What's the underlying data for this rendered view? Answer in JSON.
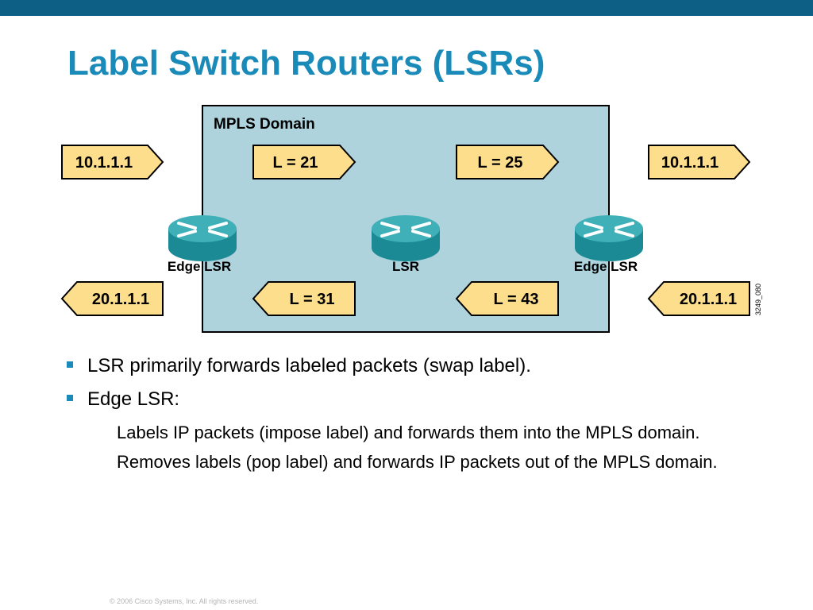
{
  "slide": {
    "title": "Label Switch Routers (LSRs)",
    "footer": "© 2006 Cisco Systems, Inc. All rights reserved."
  },
  "diagram": {
    "domain_label": "MPLS Domain",
    "figure_id": "3249_080",
    "colors": {
      "domain_fill": "#aed3dd",
      "packet_fill": "#fdde8c",
      "router_body": "#1b8a94",
      "router_top": "#3fb0b7",
      "border": "#000000"
    },
    "routers": [
      {
        "id": "left",
        "label": "Edge LSR",
        "icon": "router-icon"
      },
      {
        "id": "center",
        "label": "LSR",
        "icon": "router-icon"
      },
      {
        "id": "right",
        "label": "Edge LSR",
        "icon": "router-icon"
      }
    ],
    "packets": [
      {
        "id": "top-ip-in",
        "label": "10.1.1.1",
        "direction": "right"
      },
      {
        "id": "top-label-21",
        "label": "L = 21",
        "direction": "right"
      },
      {
        "id": "top-label-25",
        "label": "L = 25",
        "direction": "right"
      },
      {
        "id": "top-ip-out",
        "label": "10.1.1.1",
        "direction": "right"
      },
      {
        "id": "bottom-ip-out",
        "label": "20.1.1.1",
        "direction": "left"
      },
      {
        "id": "bottom-label-31",
        "label": "L = 31",
        "direction": "left"
      },
      {
        "id": "bottom-label-43",
        "label": "L = 43",
        "direction": "left"
      },
      {
        "id": "bottom-ip-in",
        "label": "20.1.1.1",
        "direction": "left"
      }
    ]
  },
  "bullets": [
    {
      "text": "LSR primarily forwards labeled packets (swap label).",
      "subs": []
    },
    {
      "text": "Edge LSR:",
      "subs": [
        "Labels IP packets (impose label) and forwards them into the MPLS domain.",
        "Removes labels (pop label) and forwards IP packets out of the MPLS domain."
      ]
    }
  ]
}
